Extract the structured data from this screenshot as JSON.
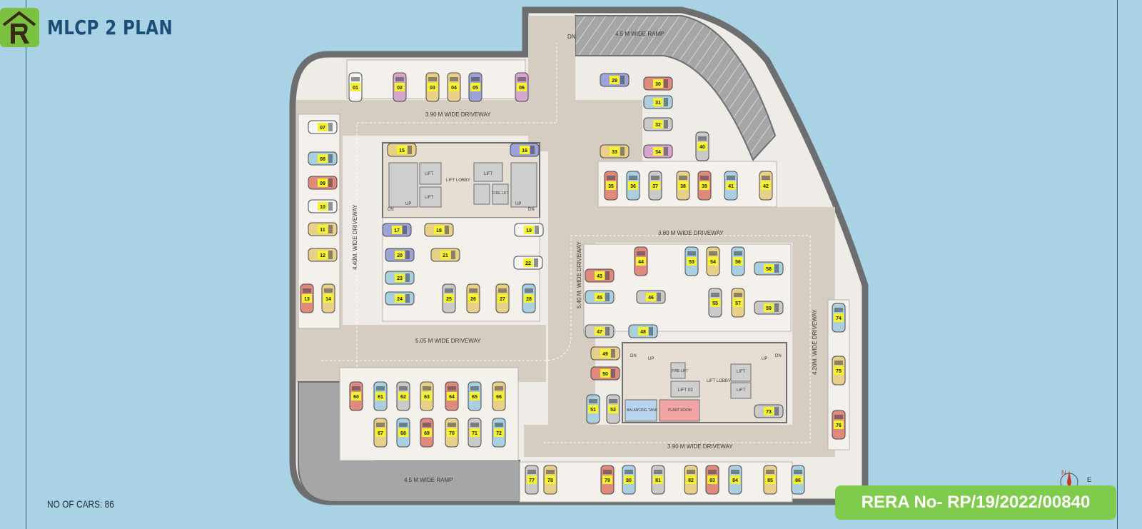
{
  "header": {
    "title": "MLCP 2 PLAN"
  },
  "footer": {
    "cars_count_label": "NO OF CARS: 86",
    "rera_label": "RERA No- RP/19/2022/00840"
  },
  "colors": {
    "background": "#a9d2e4",
    "frame_line": "#2b5f86",
    "logo_green": "#7cc242",
    "rera_green": "#7fcb4b",
    "title_blue": "#1c4f78",
    "driveway": "#d6cdc2",
    "parking_floor": "#efebe6",
    "wall": "#6d6e70",
    "ramp": "#a4a6a8",
    "balancing_tank": "#b9d4ee",
    "plant_room": "#f0a4a4",
    "car_label": "#f5f22e"
  },
  "icons": {
    "logo": "r-house-logo-icon",
    "compass": "north-compass-icon"
  },
  "plan_labels": {
    "driveway_top": "3.90 M WIDE DRIVEWAY",
    "driveway_left": "4.40M. WIDE DRIVEWAY",
    "driveway_mid_bottom": "5.05 M WIDE DRIVEWAY",
    "driveway_center": "5.40 M. WIDE DRIVEWAY",
    "driveway_right_top": "3.80 M WIDE DRIVEWAY",
    "driveway_right": "4.20M. WIDE DRIVEWAY",
    "driveway_bottom": "3.90 M WIDE DRIVEWAY",
    "ramp_top": "4.5 M WIDE RAMP",
    "ramp_bottom": "4.5 M WIDE RAMP",
    "dn": "DN",
    "up": "UP",
    "lift": "LIFT",
    "lift_lobby": "LIFT LOBBY",
    "fire_lift": "FIRE LIFT",
    "lift_03": "LIFT 03",
    "balancing_tank": "BALANCING TANK",
    "plant_room": "PLANT ROOM",
    "compass_n": "N",
    "compass_e": "E"
  },
  "parking_slots": [
    {
      "id": "01",
      "color": "#f5f5f5",
      "orient": "v"
    },
    {
      "id": "02",
      "color": "#d7a6cf",
      "orient": "v"
    },
    {
      "id": "03",
      "color": "#e9d08a",
      "orient": "v"
    },
    {
      "id": "04",
      "color": "#e9d08a",
      "orient": "v"
    },
    {
      "id": "05",
      "color": "#9ea3d6",
      "orient": "v"
    },
    {
      "id": "06",
      "color": "#d7a6cf",
      "orient": "v"
    },
    {
      "id": "07",
      "color": "#f5f5f5",
      "orient": "h"
    },
    {
      "id": "08",
      "color": "#a9cfe0",
      "orient": "h"
    },
    {
      "id": "09",
      "color": "#e08a7e",
      "orient": "h"
    },
    {
      "id": "10",
      "color": "#f5f5f5",
      "orient": "h"
    },
    {
      "id": "11",
      "color": "#e9d08a",
      "orient": "h"
    },
    {
      "id": "12",
      "color": "#e9d08a",
      "orient": "h"
    },
    {
      "id": "13",
      "color": "#e08a7e",
      "orient": "v"
    },
    {
      "id": "14",
      "color": "#e9d08a",
      "orient": "v"
    },
    {
      "id": "15",
      "color": "#e9d08a",
      "orient": "h"
    },
    {
      "id": "16",
      "color": "#9ea3d6",
      "orient": "h"
    },
    {
      "id": "17",
      "color": "#9ea3d6",
      "orient": "h"
    },
    {
      "id": "18",
      "color": "#e9d08a",
      "orient": "h"
    },
    {
      "id": "19",
      "color": "#f5f5f5",
      "orient": "h"
    },
    {
      "id": "20",
      "color": "#9ea3d6",
      "orient": "h"
    },
    {
      "id": "21",
      "color": "#e9d08a",
      "orient": "h"
    },
    {
      "id": "22",
      "color": "#f5f5f5",
      "orient": "h"
    },
    {
      "id": "23",
      "color": "#a9cfe0",
      "orient": "h"
    },
    {
      "id": "24",
      "color": "#a9cfe0",
      "orient": "h"
    },
    {
      "id": "25",
      "color": "#c9c9c9",
      "orient": "v"
    },
    {
      "id": "26",
      "color": "#e9d08a",
      "orient": "v"
    },
    {
      "id": "27",
      "color": "#e9d08a",
      "orient": "v"
    },
    {
      "id": "28",
      "color": "#a9cfe0",
      "orient": "v"
    },
    {
      "id": "29",
      "color": "#9ea3d6",
      "orient": "h"
    },
    {
      "id": "30",
      "color": "#e08a7e",
      "orient": "h"
    },
    {
      "id": "31",
      "color": "#a9cfe0",
      "orient": "h"
    },
    {
      "id": "32",
      "color": "#c9c9c9",
      "orient": "h"
    },
    {
      "id": "33",
      "color": "#e9d08a",
      "orient": "h"
    },
    {
      "id": "34",
      "color": "#d7a6cf",
      "orient": "h"
    },
    {
      "id": "35",
      "color": "#e08a7e",
      "orient": "v"
    },
    {
      "id": "36",
      "color": "#a9cfe0",
      "orient": "v"
    },
    {
      "id": "37",
      "color": "#c9c9c9",
      "orient": "v"
    },
    {
      "id": "38",
      "color": "#e9d08a",
      "orient": "v"
    },
    {
      "id": "39",
      "color": "#e08a7e",
      "orient": "v"
    },
    {
      "id": "40",
      "color": "#c9c9c9",
      "orient": "v"
    },
    {
      "id": "41",
      "color": "#a9cfe0",
      "orient": "v"
    },
    {
      "id": "42",
      "color": "#e9d08a",
      "orient": "v"
    },
    {
      "id": "43",
      "color": "#e08a7e",
      "orient": "h"
    },
    {
      "id": "44",
      "color": "#e08a7e",
      "orient": "v"
    },
    {
      "id": "45",
      "color": "#a9cfe0",
      "orient": "h"
    },
    {
      "id": "46",
      "color": "#c9c9c9",
      "orient": "h"
    },
    {
      "id": "47",
      "color": "#c9c9c9",
      "orient": "h"
    },
    {
      "id": "48",
      "color": "#a9cfe0",
      "orient": "h"
    },
    {
      "id": "49",
      "color": "#e9d08a",
      "orient": "h"
    },
    {
      "id": "50",
      "color": "#e08a7e",
      "orient": "h"
    },
    {
      "id": "51",
      "color": "#a9cfe0",
      "orient": "v"
    },
    {
      "id": "52",
      "color": "#c9c9c9",
      "orient": "v"
    },
    {
      "id": "53",
      "color": "#a9cfe0",
      "orient": "v"
    },
    {
      "id": "54",
      "color": "#e9d08a",
      "orient": "v"
    },
    {
      "id": "55",
      "color": "#c9c9c9",
      "orient": "v"
    },
    {
      "id": "56",
      "color": "#a9cfe0",
      "orient": "v"
    },
    {
      "id": "57",
      "color": "#e9d08a",
      "orient": "v"
    },
    {
      "id": "58",
      "color": "#a9cfe0",
      "orient": "h"
    },
    {
      "id": "59",
      "color": "#c9c9c9",
      "orient": "h"
    },
    {
      "id": "60",
      "color": "#e08a7e",
      "orient": "v"
    },
    {
      "id": "61",
      "color": "#a9cfe0",
      "orient": "v"
    },
    {
      "id": "62",
      "color": "#c9c9c9",
      "orient": "v"
    },
    {
      "id": "63",
      "color": "#e9d08a",
      "orient": "v"
    },
    {
      "id": "64",
      "color": "#e08a7e",
      "orient": "v"
    },
    {
      "id": "65",
      "color": "#a9cfe0",
      "orient": "v"
    },
    {
      "id": "66",
      "color": "#e9d08a",
      "orient": "v"
    },
    {
      "id": "67",
      "color": "#e9d08a",
      "orient": "v"
    },
    {
      "id": "68",
      "color": "#a9cfe0",
      "orient": "v"
    },
    {
      "id": "69",
      "color": "#e08a7e",
      "orient": "v"
    },
    {
      "id": "70",
      "color": "#e9d08a",
      "orient": "v"
    },
    {
      "id": "71",
      "color": "#c9c9c9",
      "orient": "v"
    },
    {
      "id": "72",
      "color": "#a9cfe0",
      "orient": "v"
    },
    {
      "id": "73",
      "color": "#c9c9c9",
      "orient": "h"
    },
    {
      "id": "74",
      "color": "#a9cfe0",
      "orient": "v"
    },
    {
      "id": "75",
      "color": "#e9d08a",
      "orient": "v"
    },
    {
      "id": "76",
      "color": "#e08a7e",
      "orient": "v"
    },
    {
      "id": "77",
      "color": "#c9c9c9",
      "orient": "v"
    },
    {
      "id": "78",
      "color": "#e9d08a",
      "orient": "v"
    },
    {
      "id": "79",
      "color": "#e08a7e",
      "orient": "v"
    },
    {
      "id": "80",
      "color": "#a9cfe0",
      "orient": "v"
    },
    {
      "id": "81",
      "color": "#c9c9c9",
      "orient": "v"
    },
    {
      "id": "82",
      "color": "#e9d08a",
      "orient": "v"
    },
    {
      "id": "83",
      "color": "#e08a7e",
      "orient": "v"
    },
    {
      "id": "84",
      "color": "#a9cfe0",
      "orient": "v"
    },
    {
      "id": "85",
      "color": "#e9d08a",
      "orient": "v"
    },
    {
      "id": "86",
      "color": "#a9cfe0",
      "orient": "v"
    }
  ]
}
